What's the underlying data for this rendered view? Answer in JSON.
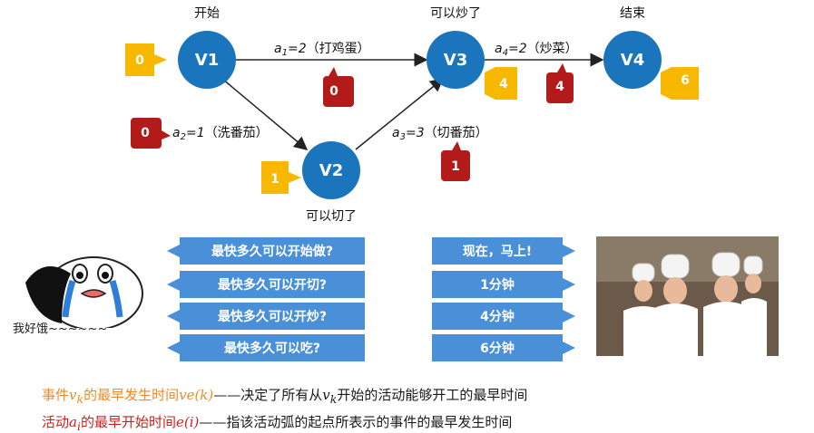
{
  "nodes": [
    {
      "id": "V1",
      "label": "V1",
      "caption": "开始",
      "ve": "0"
    },
    {
      "id": "V2",
      "label": "V2",
      "caption": "可以切了",
      "ve": "1"
    },
    {
      "id": "V3",
      "label": "V3",
      "caption": "可以炒了",
      "ve": "4"
    },
    {
      "id": "V4",
      "label": "V4",
      "caption": "结束",
      "ve": "6"
    }
  ],
  "edges": [
    {
      "from": "V1",
      "to": "V3",
      "name": "a",
      "sub": "1",
      "eq": "=2",
      "desc": "（打鸡蛋）",
      "e": "0"
    },
    {
      "from": "V1",
      "to": "V2",
      "name": "a",
      "sub": "2",
      "eq": "=1",
      "desc": "（洗番茄）",
      "e": "0"
    },
    {
      "from": "V2",
      "to": "V3",
      "name": "a",
      "sub": "3",
      "eq": "=3",
      "desc": "（切番茄）",
      "e": "1"
    },
    {
      "from": "V3",
      "to": "V4",
      "name": "a",
      "sub": "4",
      "eq": "=2",
      "desc": "（炒菜）",
      "e": "4"
    }
  ],
  "questions": [
    "最快多久可以开始做?",
    "最快多久可以开切?",
    "最快多久可以开炒?",
    "最快多久可以吃?"
  ],
  "answers": [
    "现在，马上!",
    "1分钟",
    "4分钟",
    "6分钟"
  ],
  "hungry_text": "我好饿~~~~~~",
  "definitions": {
    "event": {
      "prefix": "事件",
      "var": "v",
      "sub": "k",
      "mid": "的最早发生时间",
      "func": "ve(k)",
      "dash": "——",
      "rest_a": "决定了所有从",
      "var2": "v",
      "sub2": "k",
      "rest_b": "开始的活动能够开工的最早时间"
    },
    "activity": {
      "prefix": "活动",
      "var": "a",
      "sub": "i",
      "mid": "的最早开始时间",
      "func": "e(i)",
      "dash": "——",
      "rest": "指该活动弧的起点所表示的事件的最早发生时间"
    }
  },
  "colors": {
    "node": "#1b75bc",
    "ve_tag": "#f8b800",
    "e_tag": "#b31b1b",
    "question_box": "#4a90d9",
    "orange": "#f08a24",
    "red": "#d0201b"
  }
}
